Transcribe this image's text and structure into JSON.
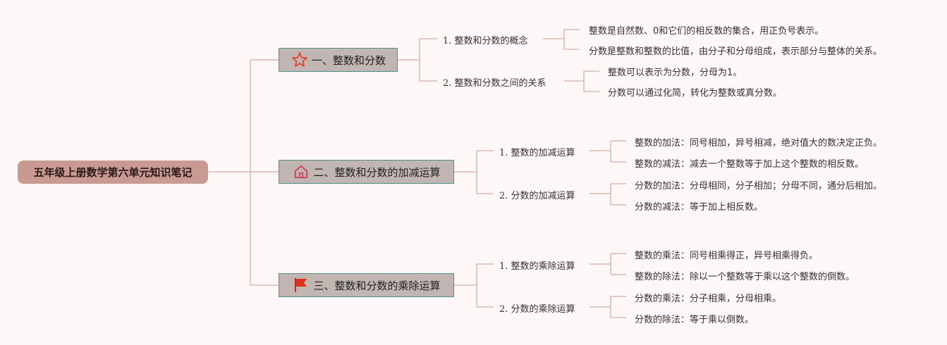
{
  "root": {
    "label": "五年级上册数学第六单元知识笔记"
  },
  "topics": [
    {
      "label": "一、整数和分数",
      "icon": "star-icon",
      "subtopics": [
        {
          "label": "1. 整数和分数的概念",
          "leaves": [
            "整数是自然数、0和它们的相反数的集合，用正负号表示。",
            "分数是整数和整数的比值，由分子和分母组成，表示部分与整体的关系。"
          ]
        },
        {
          "label": "2. 整数和分数之间的关系",
          "leaves": [
            "整数可以表示为分数，分母为1。",
            "分数可以通过化简，转化为整数或真分数。"
          ]
        }
      ]
    },
    {
      "label": "二、整数和分数的加减运算",
      "icon": "house-icon",
      "subtopics": [
        {
          "label": "1. 整数的加减运算",
          "leaves": [
            "整数的加法：同号相加，异号相减，绝对值大的数决定正负。",
            "整数的减法：减去一个整数等于加上这个整数的相反数。"
          ]
        },
        {
          "label": "2. 分数的加减运算",
          "leaves": [
            "分数的加法：分母相同，分子相加；分母不同，通分后相加。",
            "分数的减法：等于加上相反数。"
          ]
        }
      ]
    },
    {
      "label": "三、整数和分数的乘除运算",
      "icon": "flag-icon",
      "subtopics": [
        {
          "label": "1. 整数的乘除运算",
          "leaves": [
            "整数的乘法：同号相乘得正，异号相乘得负。",
            "整数的除法：除以一个整数等于乘以这个整数的倒数。"
          ]
        },
        {
          "label": "2. 分数的乘除运算",
          "leaves": [
            "分数的乘法：分子相乘，分母相乘。",
            "分数的除法：等于乘以倒数。"
          ]
        }
      ]
    }
  ],
  "colors": {
    "line": "#d9b8b0",
    "root": "#c89a92",
    "topic_bg": "#c1b6b1",
    "topic_border": "#4f8f86"
  }
}
